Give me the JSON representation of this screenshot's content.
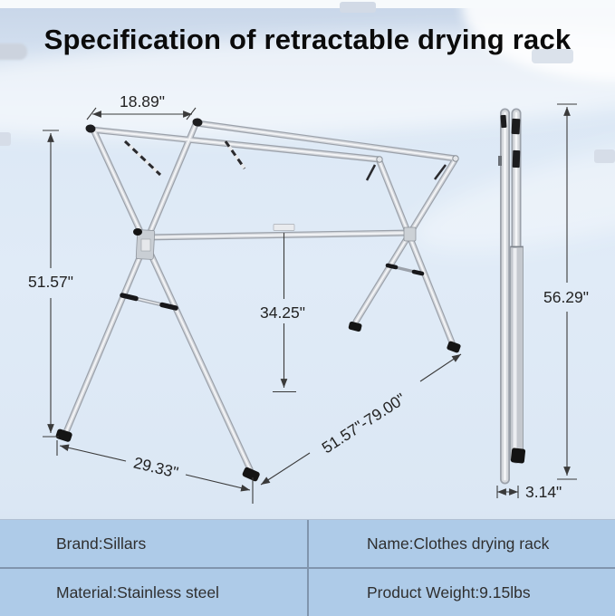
{
  "title": "Specification of retractable drying rack",
  "dimensions": {
    "top_width": "18.89\"",
    "open_height": "51.57\"",
    "pole_height": "34.25\"",
    "base_depth": "29.33\"",
    "extendable_width": "51.57\"-79.00\"",
    "folded_height": "56.29\"",
    "folded_depth": "3.14\""
  },
  "spec_table": {
    "rows": [
      {
        "left": "Brand:Sillars",
        "right": "Name:Clothes drying rack"
      },
      {
        "left": "Material:Stainless steel",
        "right": "Product Weight:9.15lbs"
      }
    ]
  }
}
